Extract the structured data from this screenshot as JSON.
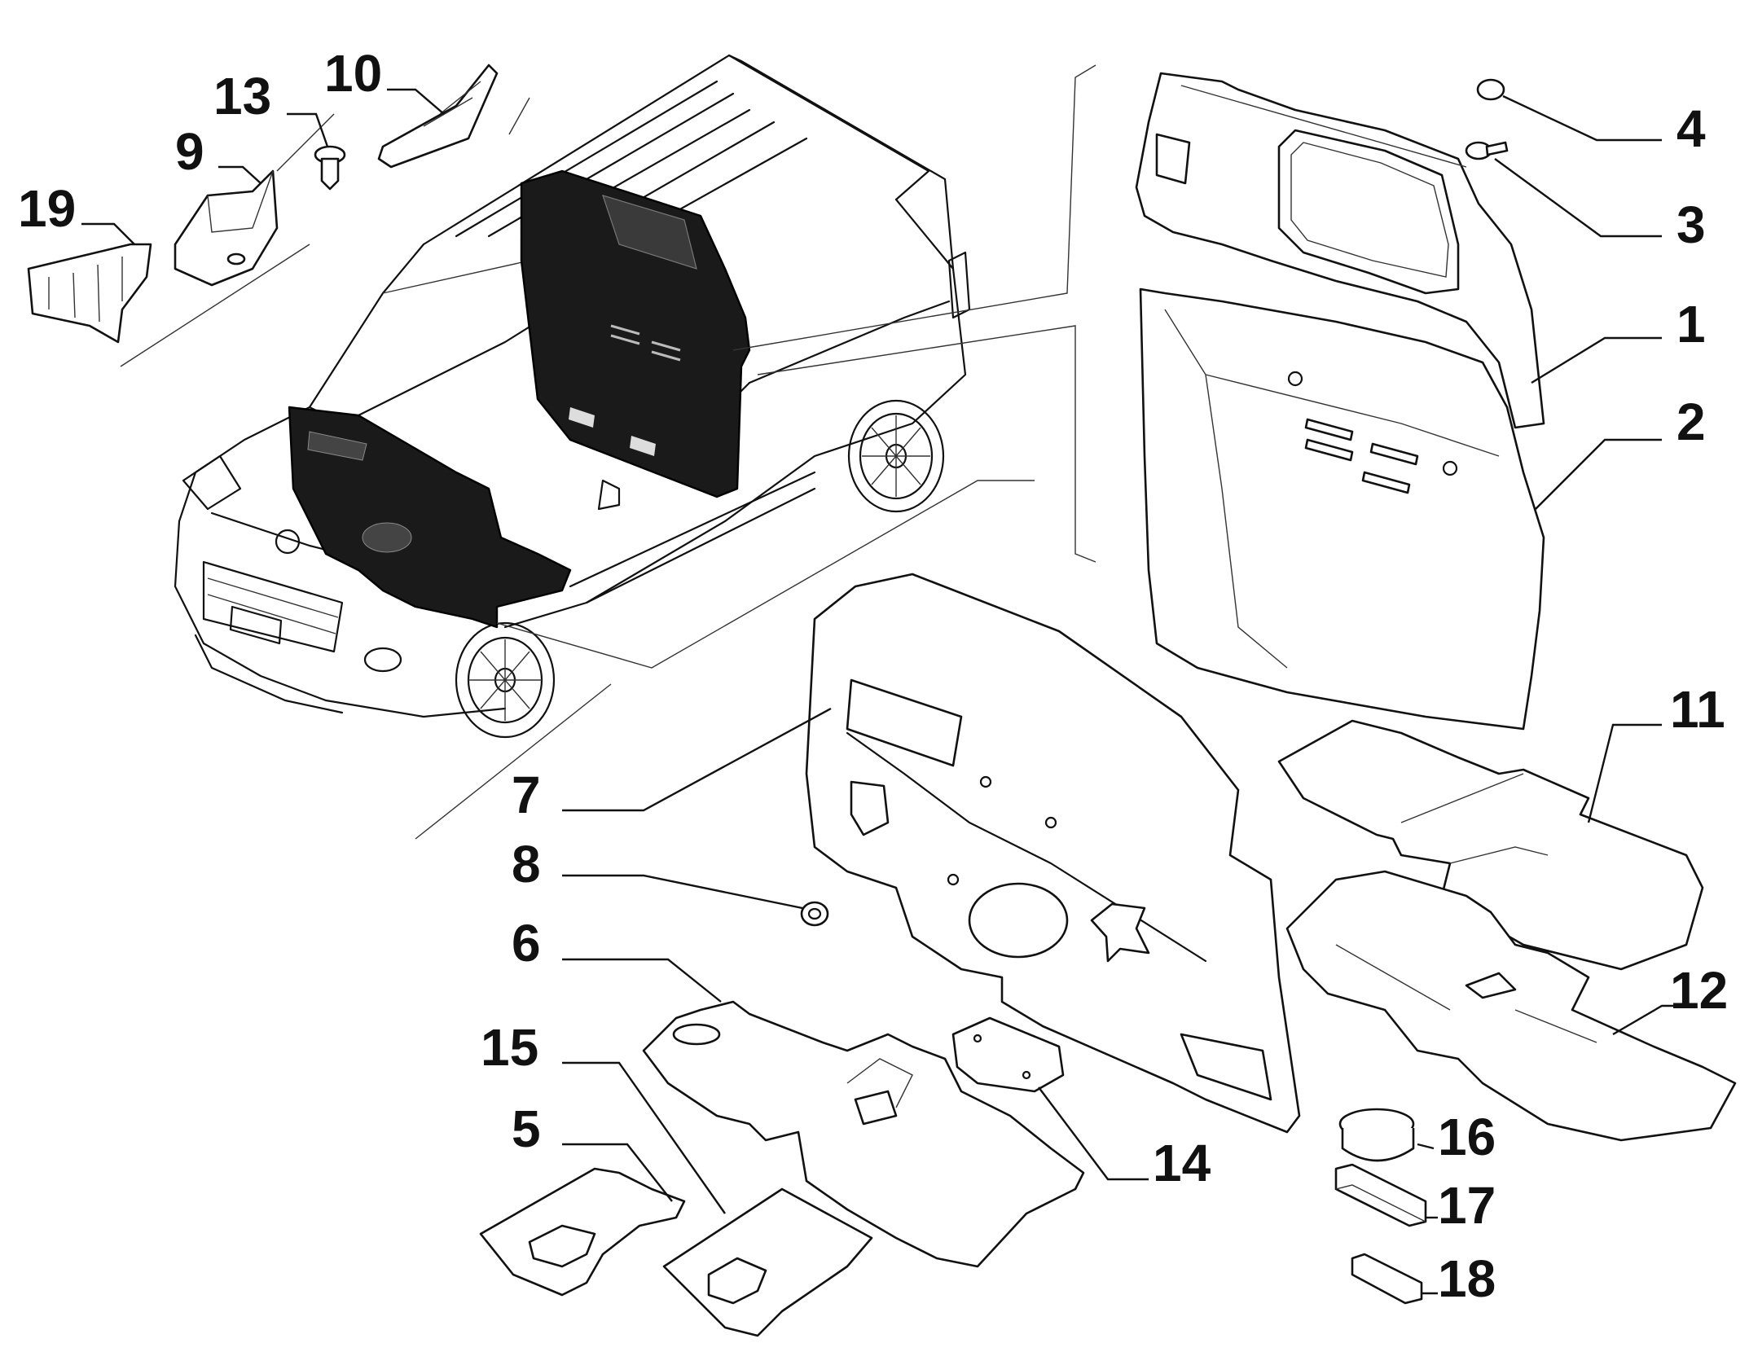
{
  "diagram": {
    "callouts": [
      {
        "id": "1",
        "text": "1"
      },
      {
        "id": "2",
        "text": "2"
      },
      {
        "id": "3",
        "text": "3"
      },
      {
        "id": "4",
        "text": "4"
      },
      {
        "id": "5",
        "text": "5"
      },
      {
        "id": "6",
        "text": "6"
      },
      {
        "id": "7",
        "text": "7"
      },
      {
        "id": "8",
        "text": "8"
      },
      {
        "id": "9",
        "text": "9"
      },
      {
        "id": "10",
        "text": "10"
      },
      {
        "id": "11",
        "text": "11"
      },
      {
        "id": "12",
        "text": "12"
      },
      {
        "id": "13",
        "text": "13"
      },
      {
        "id": "14",
        "text": "14"
      },
      {
        "id": "15",
        "text": "15"
      },
      {
        "id": "16",
        "text": "16"
      },
      {
        "id": "17",
        "text": "17"
      },
      {
        "id": "18",
        "text": "18"
      },
      {
        "id": "19",
        "text": "19"
      }
    ]
  },
  "colors": {
    "line": "#111111",
    "background": "#ffffff",
    "panel_fill": "#1a1a1a"
  }
}
